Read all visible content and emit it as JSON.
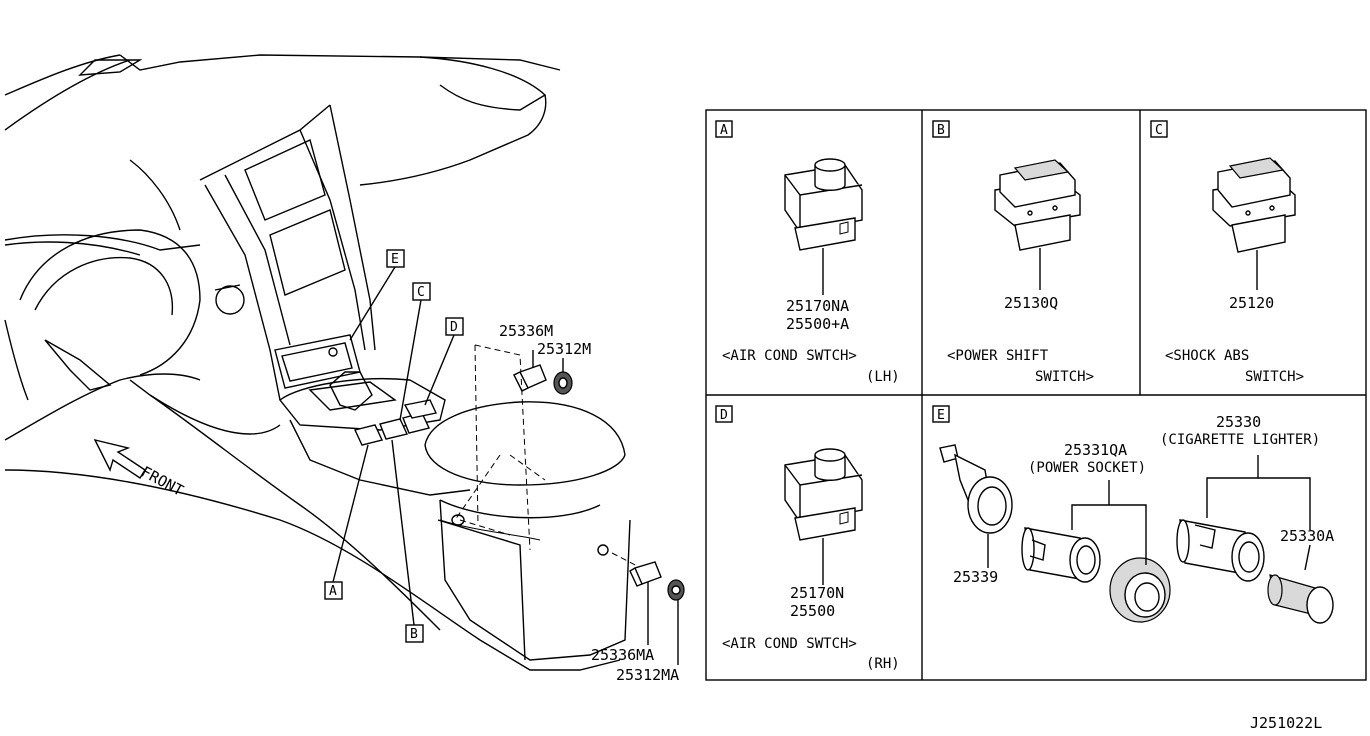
{
  "overview": {
    "callouts": [
      "E",
      "C",
      "D",
      "A",
      "B"
    ],
    "front_label": "FRONT",
    "parts": {
      "p25336m": "25336M",
      "p25312m": "25312M",
      "p25336ma": "25336MA",
      "p25312ma": "25312MA"
    }
  },
  "panels": {
    "A": {
      "tag": "A",
      "parts": [
        "25170NA",
        "25500+A"
      ],
      "caption": [
        "<AIR COND SWTCH>",
        "(LH)"
      ]
    },
    "B": {
      "tag": "B",
      "parts": [
        "25130Q"
      ],
      "caption": [
        "<POWER SHIFT",
        "SWITCH>"
      ]
    },
    "C": {
      "tag": "C",
      "parts": [
        "25120"
      ],
      "caption": [
        "<SHOCK ABS",
        "SWITCH>"
      ]
    },
    "D": {
      "tag": "D",
      "parts": [
        "25170N",
        "25500"
      ],
      "caption": [
        "<AIR COND SWTCH>",
        "(RH)"
      ]
    },
    "E": {
      "tag": "E",
      "lighter_part": "25330",
      "lighter_caption": "(CIGARETTE LIGHTER)",
      "socket_part": "25331QA",
      "socket_caption": "(POWER SOCKET)",
      "ring_part": "25339",
      "knob_part": "25330A"
    }
  },
  "diagram_code": "J251022L"
}
